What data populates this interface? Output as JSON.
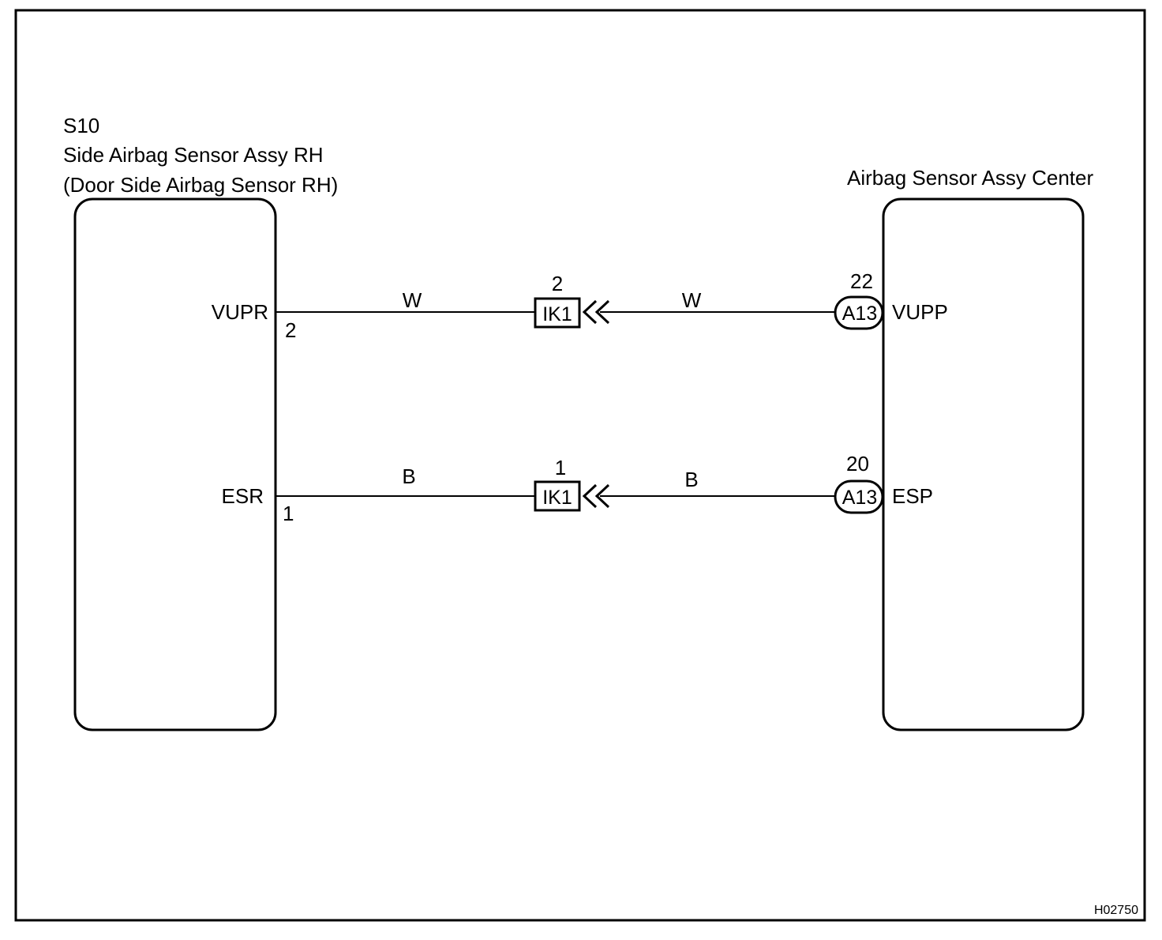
{
  "left_component": {
    "code": "S10",
    "name": "Side Airbag Sensor Assy RH",
    "alt_name": "(Door Side Airbag Sensor RH)",
    "pins": [
      {
        "terminal": "VUPR",
        "pin": "2"
      },
      {
        "terminal": "ESR",
        "pin": "1"
      }
    ]
  },
  "right_component": {
    "name": "Airbag Sensor Assy Center",
    "pins": [
      {
        "terminal": "VUPP",
        "pin": "22",
        "connector": "A13"
      },
      {
        "terminal": "ESP",
        "pin": "20",
        "connector": "A13"
      }
    ]
  },
  "wires": [
    {
      "color_left": "W",
      "color_right": "W",
      "junction_connector": "IK1",
      "junction_pin": "2"
    },
    {
      "color_left": "B",
      "color_right": "B",
      "junction_connector": "IK1",
      "junction_pin": "1"
    }
  ],
  "figure_code": "H02750"
}
